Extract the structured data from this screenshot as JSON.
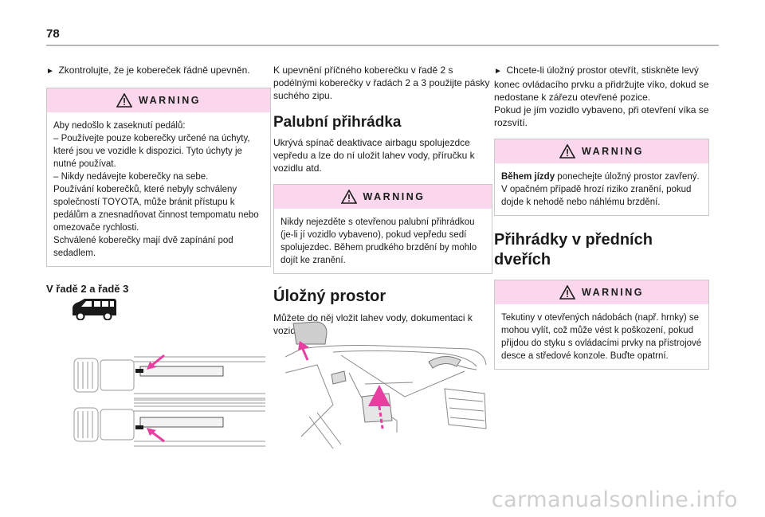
{
  "page_number": "78",
  "col1": {
    "bullet": "Zkontrolujte, že je kobereček řádně upevněn.",
    "warning_title": "WARNING",
    "warning_lines": [
      "Aby nedošlo k zaseknutí pedálů:",
      "– Používejte pouze koberečky určené na úchyty, které jsou ve vozidle k dispozici. Tyto úchyty je nutné používat.",
      "– Nikdy nedávejte koberečky na sebe.",
      "Používání koberečků, které nebyly schváleny společností TOYOTA, může bránit přístupu k pedálům a znesnadňovat činnost tempomatu nebo omezovače rychlosti.",
      "Schválené koberečky mají dvě zapínání pod sedadlem."
    ],
    "subheading": "V řadě 2 a řadě 3"
  },
  "col2": {
    "intro": "K upevnění příčného koberečku v řadě 2 s podélnými koberečky v řadách 2 a 3 použijte pásky suchého zipu.",
    "heading1": "Palubní přihrádka",
    "para1": "Ukrývá spínač deaktivace airbagu spolujezdce vepředu a lze do ní uložit lahev vody, příručku k vozidlu atd.",
    "warning_title": "WARNING",
    "warning_text": "Nikdy nejezděte s otevřenou palubní přihrádkou (je-li jí vozidlo vybaveno), pokud vepředu sedí spolujezdec. Během prudkého brzdění by mohlo dojít ke zranění.",
    "heading2": "Úložný prostor",
    "para2": "Můžete do něj vložit lahev vody, dokumentaci k vozidlu atd."
  },
  "col3": {
    "bullet": "Chcete-li úložný prostor otevřít, stiskněte levý konec ovládacího prvku a přidržujte víko, dokud se nedostane k zářezu otevřené pozice.",
    "para": "Pokud je jím vozidlo vybaveno, při otevření víka se rozsvítí.",
    "warning1_title": "WARNING",
    "warning1_bold": "Během jízdy",
    "warning1_text": " ponechejte úložný prostor zavřený. V opačném případě hrozí riziko zranění, pokud dojde k nehodě nebo náhlému brzdění.",
    "heading": "Přihrádky v předních dveřích",
    "warning2_title": "WARNING",
    "warning2_text": "Tekutiny v otevřených nádobách (např. hrnky) se mohou vylít, což může vést k poškození, pokud přijdou do styku s ovládacími prvky na přístrojové desce a středové konzole. Buďte opatrní."
  },
  "watermark": "carmanualsonline.info",
  "colors": {
    "warning_header": "#fad7ec",
    "arrow_pink": "#e83ea2",
    "rule": "#b8b8b8"
  }
}
